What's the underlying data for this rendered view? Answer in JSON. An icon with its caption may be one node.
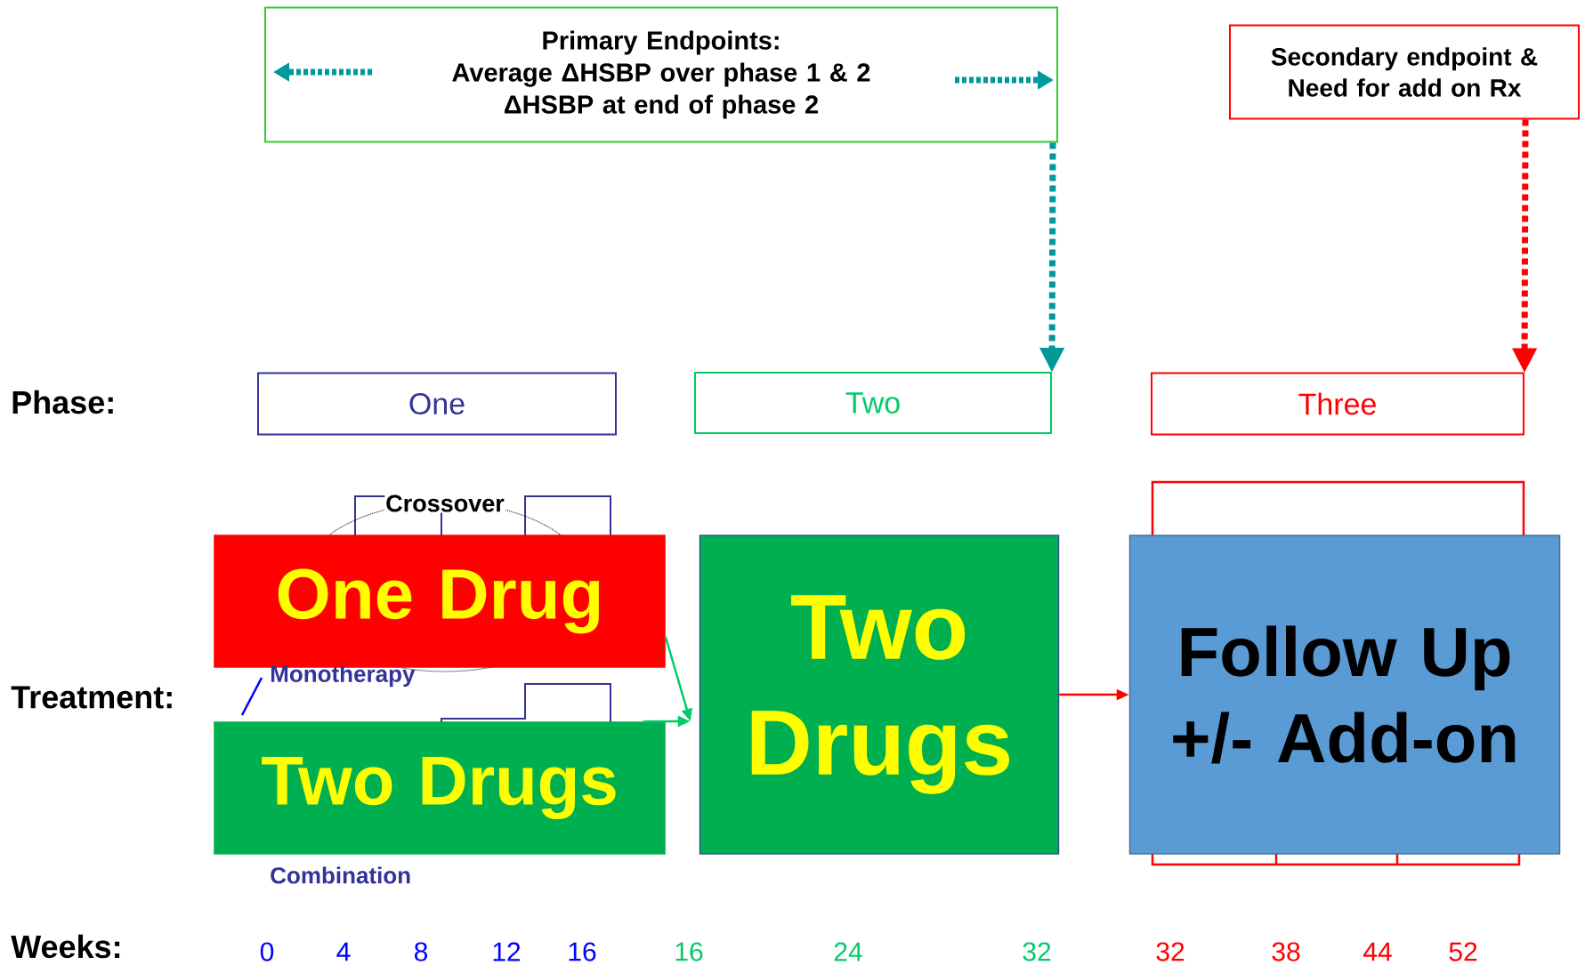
{
  "diagram": {
    "nodes": [
      {
        "text": [
          "Primary Endpoints:",
          "Average ΔHSBP over phase 1 & 2",
          "ΔHSBP at end of phase 2"
        ]
      },
      {
        "text": [
          "Secondary endpoint & Need for add on Rx"
        ]
      },
      {
        "text": [
          "One"
        ]
      },
      {
        "text": [
          "Two"
        ]
      },
      {
        "text": [
          "Three"
        ]
      },
      {
        "text": [
          "One Drug"
        ]
      },
      {
        "text": [
          "Two Drugs"
        ]
      },
      {
        "text": [
          "Two Drugs"
        ]
      },
      {
        "text": [
          "Follow Up +/- Add-on"
        ]
      }
    ],
    "edges": [
      {
        "from": 0,
        "to": 3,
        "arrow": "to",
        "style": "dashed",
        "color": "#009999"
      },
      {
        "from": 1,
        "to": 4,
        "arrow": "to",
        "style": "dashed",
        "color": "#ff0000"
      },
      {
        "from": 5,
        "to": 7,
        "arrow": "to",
        "color": "#00cc66"
      },
      {
        "from": 6,
        "to": 7,
        "arrow": "to",
        "color": "#00cc66"
      },
      {
        "from": 7,
        "to": 8,
        "arrow": "to",
        "color": "#ff0000"
      }
    ],
    "labels": [
      "Phase:",
      "Crossover",
      "Treatment:",
      "Monotherapy",
      "Combination",
      "Weeks:",
      "0",
      "4",
      "8",
      "12",
      "16",
      "16",
      "24",
      "32",
      "32",
      "38",
      "44",
      "52"
    ]
  }
}
